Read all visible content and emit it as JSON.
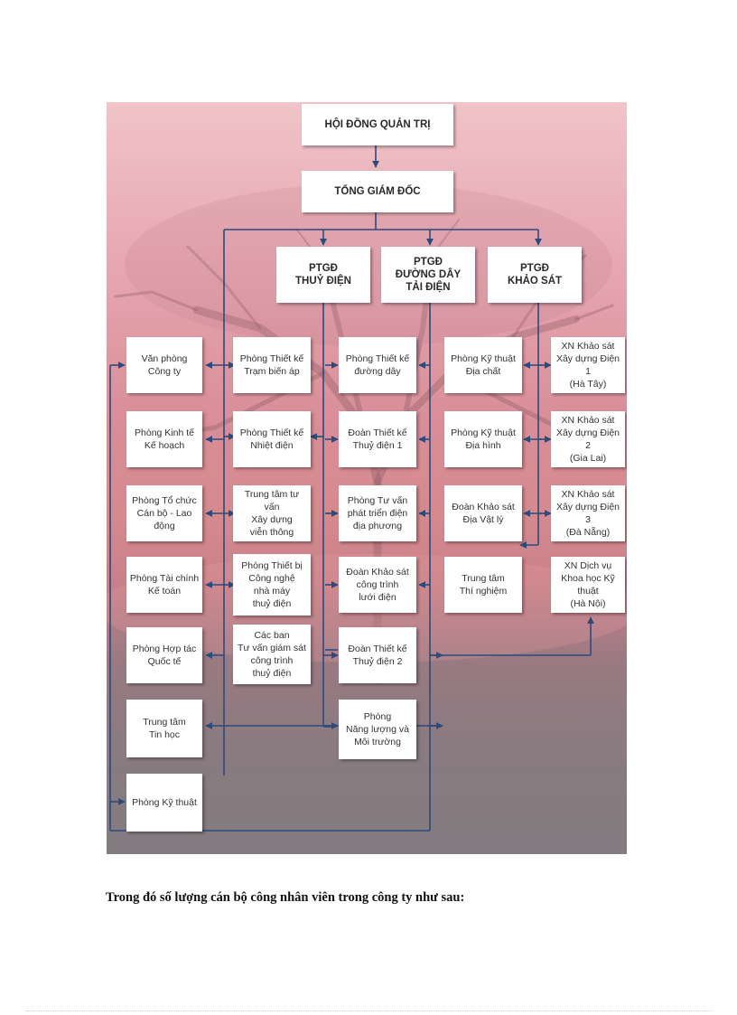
{
  "org_chart": {
    "top": "HỘI ĐỒNG QUẢN TRỊ",
    "ceo": "TỔNG GIÁM ĐỐC",
    "deputies": [
      "PTGĐ\nTHUỶ ĐIỆN",
      "PTGĐ\nĐƯỜNG DÂY\nTẢI ĐIỆN",
      "PTGĐ\nKHẢO SÁT"
    ],
    "col1": [
      "Văn phòng\nCông ty",
      "Phòng Kinh tế\nKế hoạch",
      "Phòng Tổ chức\nCán bộ - Lao động",
      "Phòng Tài chính\nKế toán",
      "Phòng Hợp tác\nQuốc tế",
      "Trung tâm\nTin học",
      "Phòng Kỹ thuật"
    ],
    "col2": [
      "Phòng Thiết kế\nTrạm biến áp",
      "Phòng Thiết kế\nNhiệt điện",
      "Trung tâm tư vấn\nXây dựng\nviễn thông",
      "Phòng Thiết bị\nCông nghệ\nnhà máy\nthuỷ điện",
      "Các ban\nTư vấn giám sát\ncông trình\nthuỷ điện"
    ],
    "col3": [
      "Phòng Thiết kế\nđường dây",
      "Đoàn Thiết kế\nThuỷ điện 1",
      "Phòng Tư vấn\nphát triển điện\nđịa phương",
      "Đoàn Khảo sát\ncông trình\nlưới điện",
      "Đoàn Thiết kế\nThuỷ điện 2",
      "Phòng\nNăng lượng và\nMôi trường"
    ],
    "col4": [
      "Phòng Kỹ thuật\nĐịa chất",
      "Phòng Kỹ thuật\nĐịa hình",
      "Đoàn Khảo sát\nĐịa Vật lý",
      "Trung tâm\nThí nghiệm"
    ],
    "col5": [
      "XN Khảo sát\nXây dựng Điện 1\n(Hà Tây)",
      "XN Khảo sát\nXây dựng Điện 2\n(Gia Lai)",
      "XN Khảo sát\nXây dựng Điện 3\n(Đà Nẵng)",
      "XN Dịch vụ\nKhoa học Kỹ thuật\n(Hà Nội)"
    ],
    "colors": {
      "line": "#2c4a7c",
      "box": "#ffffff"
    }
  },
  "caption": "Trong  đó số lượng cán bộ công nhân  viên trong công ty như  sau:"
}
